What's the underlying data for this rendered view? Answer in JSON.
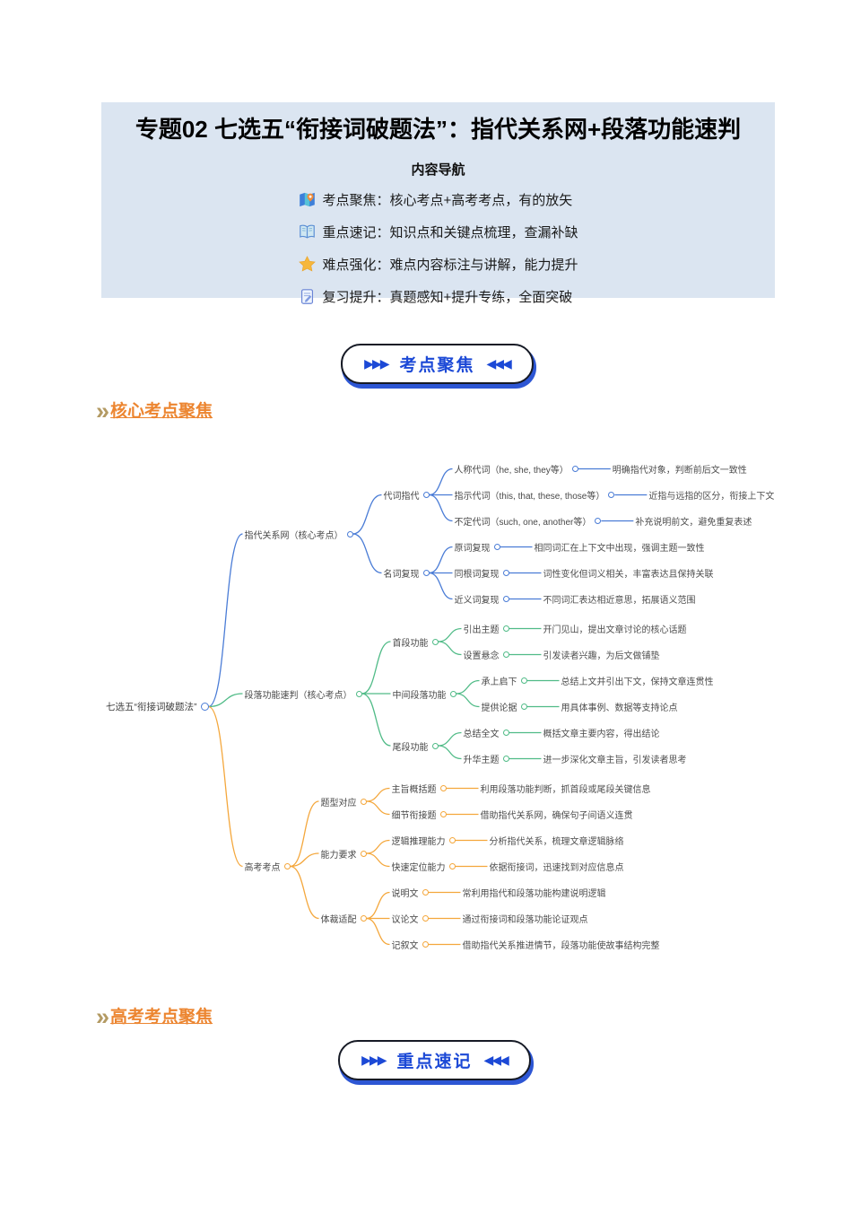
{
  "header": {
    "bg": "#dbe5f1",
    "title": "专题02 七选五“衔接词破题法”：指代关系网+段落功能速判",
    "subtitle": "内容导航",
    "nav_items": [
      {
        "icon": "map-pin-icon",
        "text": "考点聚焦：核心考点+高考考点，有的放矢"
      },
      {
        "icon": "open-book-icon",
        "text": "重点速记：知识点和关键点梳理，查漏补缺"
      },
      {
        "icon": "star-icon",
        "text": "难点强化：难点内容标注与讲解，能力提升"
      },
      {
        "icon": "clipboard-pencil-icon",
        "text": "复习提升：真题感知+提升专练，全面突破"
      }
    ]
  },
  "buttons": {
    "arrows_left": "▶▶▶",
    "arrows_right": "◀◀◀",
    "kaodian_label": "考点聚焦",
    "zhongdian_label": "重点速记",
    "text_color": "#1c49d6",
    "shadow_color": "#2d56d4"
  },
  "links": {
    "chevron": "»",
    "chevron_color": "#b39a63",
    "text_color": "#ec8530",
    "core_label": "核心考点聚焦",
    "gaokao_label": "高考考点聚焦"
  },
  "mindmap": {
    "root": {
      "label": "七选五“衔接词破题法”",
      "color": "#4a7cd6"
    },
    "branches": [
      {
        "label": "指代关系网（核心考点）",
        "color": "#4a7cd6",
        "children": [
          {
            "label": "代词指代",
            "children": [
              {
                "label": "人称代词（he, she, they等）",
                "desc": "明确指代对象，判断前后文一致性"
              },
              {
                "label": "指示代词（this, that, these, those等）",
                "desc": "近指与远指的区分，衔接上下文"
              },
              {
                "label": "不定代词（such, one, another等）",
                "desc": "补充说明前文，避免重复表述"
              }
            ]
          },
          {
            "label": "名词复现",
            "children": [
              {
                "label": "原词复现",
                "desc": "相同词汇在上下文中出现，强调主题一致性"
              },
              {
                "label": "同根词复现",
                "desc": "词性变化但词义相关，丰富表达且保持关联"
              },
              {
                "label": "近义词复现",
                "desc": "不同词汇表达相近意思，拓展语义范围"
              }
            ]
          }
        ]
      },
      {
        "label": "段落功能速判（核心考点）",
        "color": "#50bb87",
        "children": [
          {
            "label": "首段功能",
            "children": [
              {
                "label": "引出主题",
                "desc": "开门见山，提出文章讨论的核心话题"
              },
              {
                "label": "设置悬念",
                "desc": "引发读者兴趣，为后文做铺垫"
              }
            ]
          },
          {
            "label": "中间段落功能",
            "children": [
              {
                "label": "承上启下",
                "desc": "总结上文并引出下文，保持文章连贯性"
              },
              {
                "label": "提供论据",
                "desc": "用具体事例、数据等支持论点"
              }
            ]
          },
          {
            "label": "尾段功能",
            "children": [
              {
                "label": "总结全文",
                "desc": "概括文章主要内容，得出结论"
              },
              {
                "label": "升华主题",
                "desc": "进一步深化文章主旨，引发读者思考"
              }
            ]
          }
        ]
      },
      {
        "label": "高考考点",
        "color": "#f4a73c",
        "children": [
          {
            "label": "题型对应",
            "children": [
              {
                "label": "主旨概括题",
                "desc": "利用段落功能判断，抓首段或尾段关键信息"
              },
              {
                "label": "细节衔接题",
                "desc": "借助指代关系网，确保句子间语义连贯"
              }
            ]
          },
          {
            "label": "能力要求",
            "children": [
              {
                "label": "逻辑推理能力",
                "desc": "分析指代关系，梳理文章逻辑脉络"
              },
              {
                "label": "快速定位能力",
                "desc": "依据衔接词，迅速找到对应信息点"
              }
            ]
          },
          {
            "label": "体裁适配",
            "children": [
              {
                "label": "说明文",
                "desc": "常利用指代和段落功能构建说明逻辑"
              },
              {
                "label": "议论文",
                "desc": "通过衔接词和段落功能论证观点"
              },
              {
                "label": "记叙文",
                "desc": "借助指代关系推进情节，段落功能使故事结构完整"
              }
            ]
          }
        ]
      }
    ]
  }
}
